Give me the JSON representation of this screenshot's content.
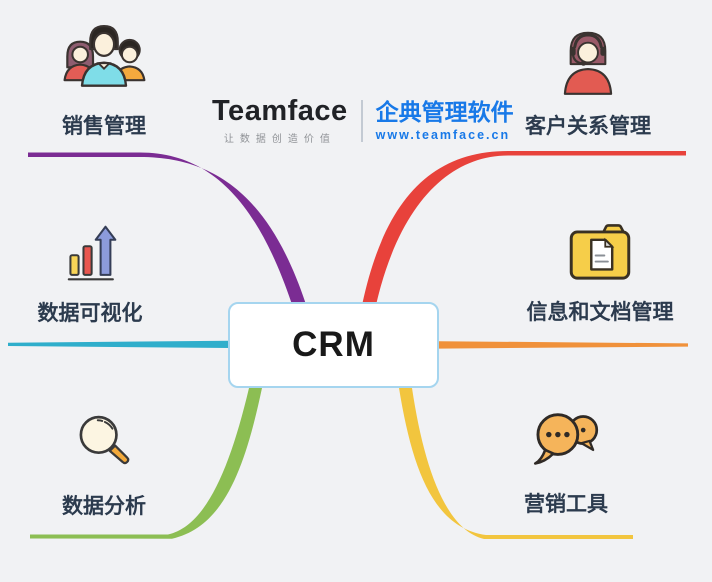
{
  "page": {
    "background": "#F1F2F4"
  },
  "logo": {
    "brand": "Teamface",
    "tagline": "让数据创造价值",
    "product": "企典管理软件",
    "website": "www.teamface.cn",
    "accent_color": "#1879E8"
  },
  "center": {
    "label": "CRM",
    "border_color": "#A5D5EF"
  },
  "nodes": [
    {
      "label": "销售管理",
      "icon": "people-group-icon",
      "position": "top-left",
      "branch_color": "#7B2C93"
    },
    {
      "label": "客户关系管理",
      "icon": "support-agent-icon",
      "position": "top-right",
      "branch_color": "#E8423B"
    },
    {
      "label": "数据可视化",
      "icon": "bar-chart-icon",
      "position": "middle-left",
      "branch_color": "#2FAECB"
    },
    {
      "label": "信息和文档管理",
      "icon": "folder-document-icon",
      "position": "middle-right",
      "branch_color": "#F0913A"
    },
    {
      "label": "数据分析",
      "icon": "magnifier-icon",
      "position": "bottom-left",
      "branch_color": "#8CBE53"
    },
    {
      "label": "营销工具",
      "icon": "chat-bubbles-icon",
      "position": "bottom-right",
      "branch_color": "#F2C53E"
    }
  ]
}
